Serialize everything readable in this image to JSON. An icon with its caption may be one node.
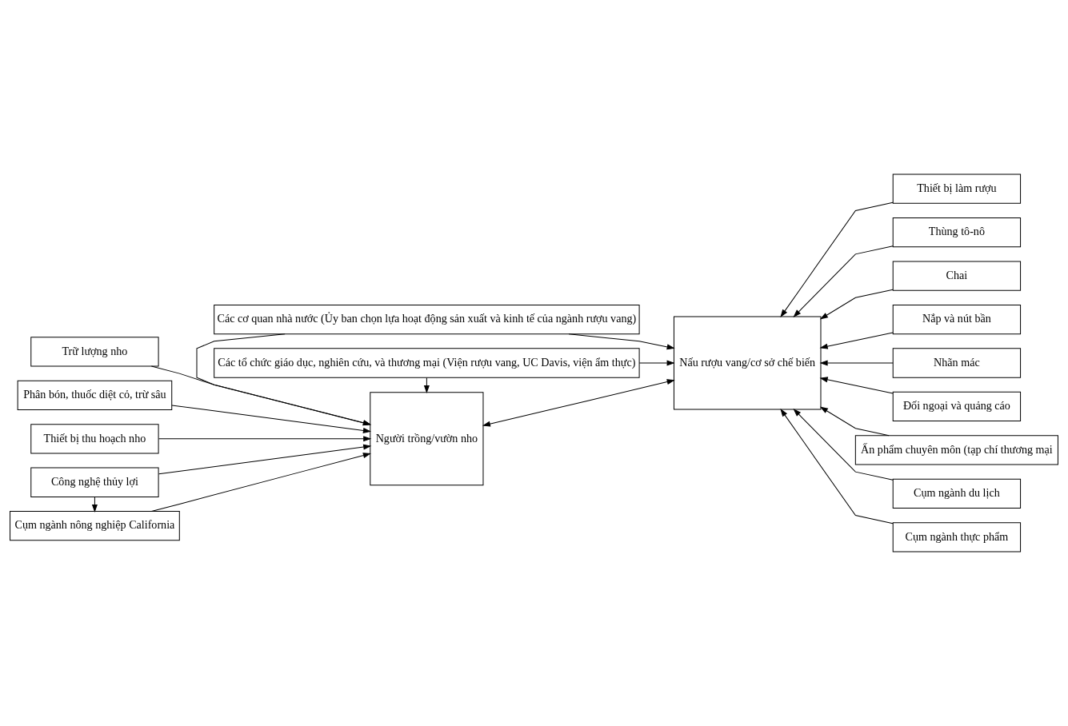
{
  "diagram": {
    "nodes": [
      {
        "text": [
          "Trữ lượng nho"
        ]
      },
      {
        "text": [
          "Phân bón, thuốc diệt cỏ, trừ sâu"
        ]
      },
      {
        "text": [
          "Thiết bị thu hoạch nho"
        ]
      },
      {
        "text": [
          "Công nghệ thủy lợi"
        ]
      },
      {
        "text": [
          "Cụm ngành nông nghiệp California"
        ]
      },
      {
        "text": [
          "Các cơ quan nhà nước (Ủy ban chọn lựa hoạt động sản xuất và kinh tế của ngành rượu vang)"
        ]
      },
      {
        "text": [
          "Người trồng/vườn nho"
        ]
      },
      {
        "text": [
          "Nấu rượu vang/cơ sở chế biến"
        ]
      },
      {
        "text": [
          "Các tổ chức giáo dục, nghiên cứu, và thương mại (Viện rượu vang, UC Davis, viện ẩm thực)"
        ]
      },
      {
        "text": [
          "Thiết bị làm rượu"
        ]
      },
      {
        "text": [
          "Thùng tô-nô"
        ]
      },
      {
        "text": [
          "Chai"
        ]
      },
      {
        "text": [
          "Nắp và nút bần"
        ]
      },
      {
        "text": [
          "Nhãn mác"
        ]
      },
      {
        "text": [
          "Đối ngoại và quảng cáo"
        ]
      },
      {
        "text": [
          "Ấn phẩm chuyên môn (tạp chí thương mại"
        ]
      },
      {
        "text": [
          "Cụm ngành du lịch"
        ]
      },
      {
        "text": [
          "Cụm ngành thực phẩm"
        ]
      }
    ],
    "edges": [
      {
        "from": 0,
        "to": 6,
        "arrow": "to"
      },
      {
        "from": 1,
        "to": 6,
        "arrow": "to"
      },
      {
        "from": 2,
        "to": 6,
        "arrow": "to"
      },
      {
        "from": 3,
        "to": 6,
        "arrow": "to"
      },
      {
        "from": 3,
        "to": 4,
        "arrow": "to"
      },
      {
        "from": 4,
        "to": 6,
        "arrow": "to"
      },
      {
        "from": 5,
        "to": 6,
        "arrow": "to"
      },
      {
        "from": 5,
        "to": 7,
        "arrow": "to"
      },
      {
        "from": 6,
        "to": 7,
        "arrow": "both"
      },
      {
        "from": 8,
        "to": 6,
        "arrow": "to"
      },
      {
        "from": 8,
        "to": 7,
        "arrow": "to"
      },
      {
        "from": 9,
        "to": 7,
        "arrow": "to"
      },
      {
        "from": 10,
        "to": 7,
        "arrow": "to"
      },
      {
        "from": 11,
        "to": 7,
        "arrow": "to"
      },
      {
        "from": 12,
        "to": 7,
        "arrow": "to"
      },
      {
        "from": 13,
        "to": 7,
        "arrow": "to"
      },
      {
        "from": 14,
        "to": 7,
        "arrow": "to"
      },
      {
        "from": 15,
        "to": 7,
        "arrow": "to"
      },
      {
        "from": 16,
        "to": 7,
        "arrow": "to"
      },
      {
        "from": 17,
        "to": 7,
        "arrow": "to"
      }
    ]
  }
}
